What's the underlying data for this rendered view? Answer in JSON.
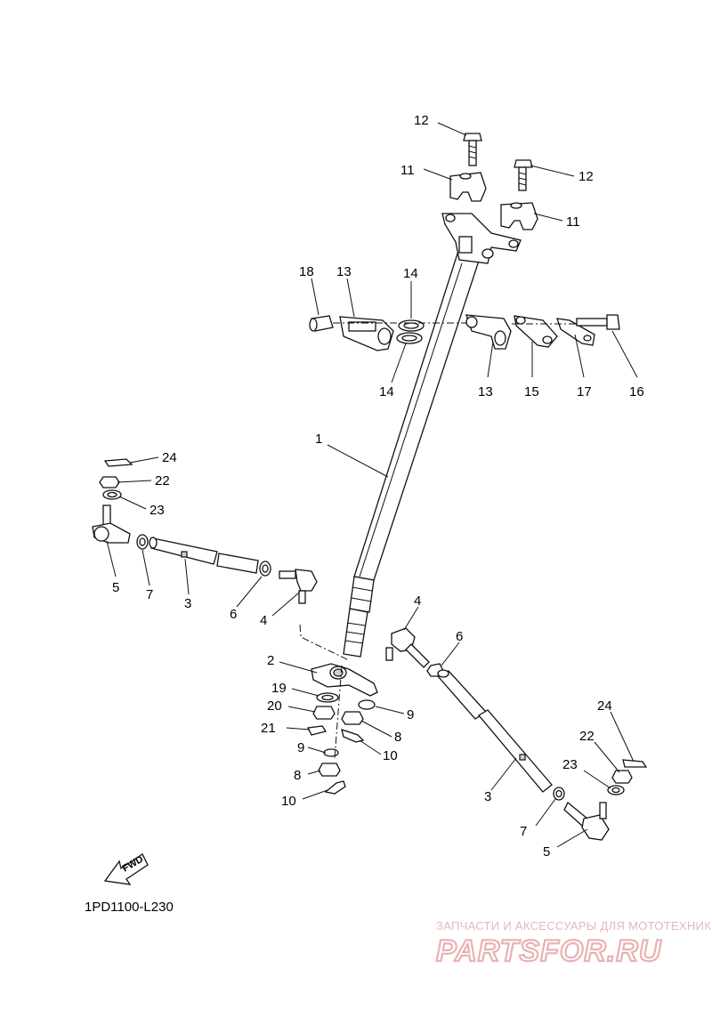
{
  "diagram": {
    "code": "1PD1100-L230",
    "fwd_label": "FWD",
    "watermark": {
      "line": "ЗАПЧАСТИ И АКСЕССУАРЫ ДЛЯ МОТОТЕХНИКИ",
      "logo": "PARTSFOR.RU"
    },
    "callouts": [
      {
        "id": "c12a",
        "label": "12"
      },
      {
        "id": "c11a",
        "label": "11"
      },
      {
        "id": "c12b",
        "label": "12"
      },
      {
        "id": "c11b",
        "label": "11"
      },
      {
        "id": "c18",
        "label": "18"
      },
      {
        "id": "c13a",
        "label": "13"
      },
      {
        "id": "c14a",
        "label": "14"
      },
      {
        "id": "c14b",
        "label": "14"
      },
      {
        "id": "c13b",
        "label": "13"
      },
      {
        "id": "c15",
        "label": "15"
      },
      {
        "id": "c17",
        "label": "17"
      },
      {
        "id": "c16",
        "label": "16"
      },
      {
        "id": "c1",
        "label": "1"
      },
      {
        "id": "c24a",
        "label": "24"
      },
      {
        "id": "c22a",
        "label": "22"
      },
      {
        "id": "c23a",
        "label": "23"
      },
      {
        "id": "c5a",
        "label": "5"
      },
      {
        "id": "c7a",
        "label": "7"
      },
      {
        "id": "c3a",
        "label": "3"
      },
      {
        "id": "c6a",
        "label": "6"
      },
      {
        "id": "c4a",
        "label": "4"
      },
      {
        "id": "c4b",
        "label": "4"
      },
      {
        "id": "c6b",
        "label": "6"
      },
      {
        "id": "c2",
        "label": "2"
      },
      {
        "id": "c19",
        "label": "19"
      },
      {
        "id": "c20",
        "label": "20"
      },
      {
        "id": "c9a",
        "label": "9"
      },
      {
        "id": "c8a",
        "label": "8"
      },
      {
        "id": "c21",
        "label": "21"
      },
      {
        "id": "c10a",
        "label": "10"
      },
      {
        "id": "c9b",
        "label": "9"
      },
      {
        "id": "c8b",
        "label": "8"
      },
      {
        "id": "c10b",
        "label": "10"
      },
      {
        "id": "c24b",
        "label": "24"
      },
      {
        "id": "c22b",
        "label": "22"
      },
      {
        "id": "c23b",
        "label": "23"
      },
      {
        "id": "c3b",
        "label": "3"
      },
      {
        "id": "c7b",
        "label": "7"
      },
      {
        "id": "c5b",
        "label": "5"
      }
    ]
  }
}
